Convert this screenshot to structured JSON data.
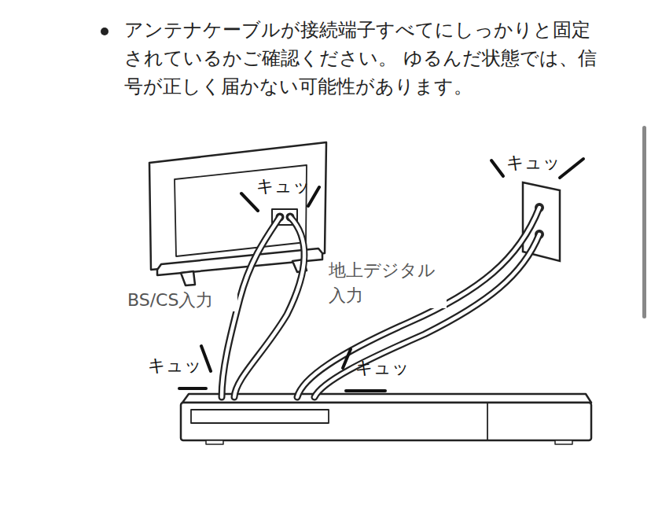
{
  "diagram": {
    "labels": [
      "アンテナケーブルが接続端子すべてにしっかりと固定されているかご確認ください。 ゆるんだ状態では、信号が正しく届かない可能性があります。",
      "キュッ",
      "キュッ",
      "地上デジタル 入力",
      "BS/CS入力",
      "キュッ",
      "キュッ"
    ]
  }
}
